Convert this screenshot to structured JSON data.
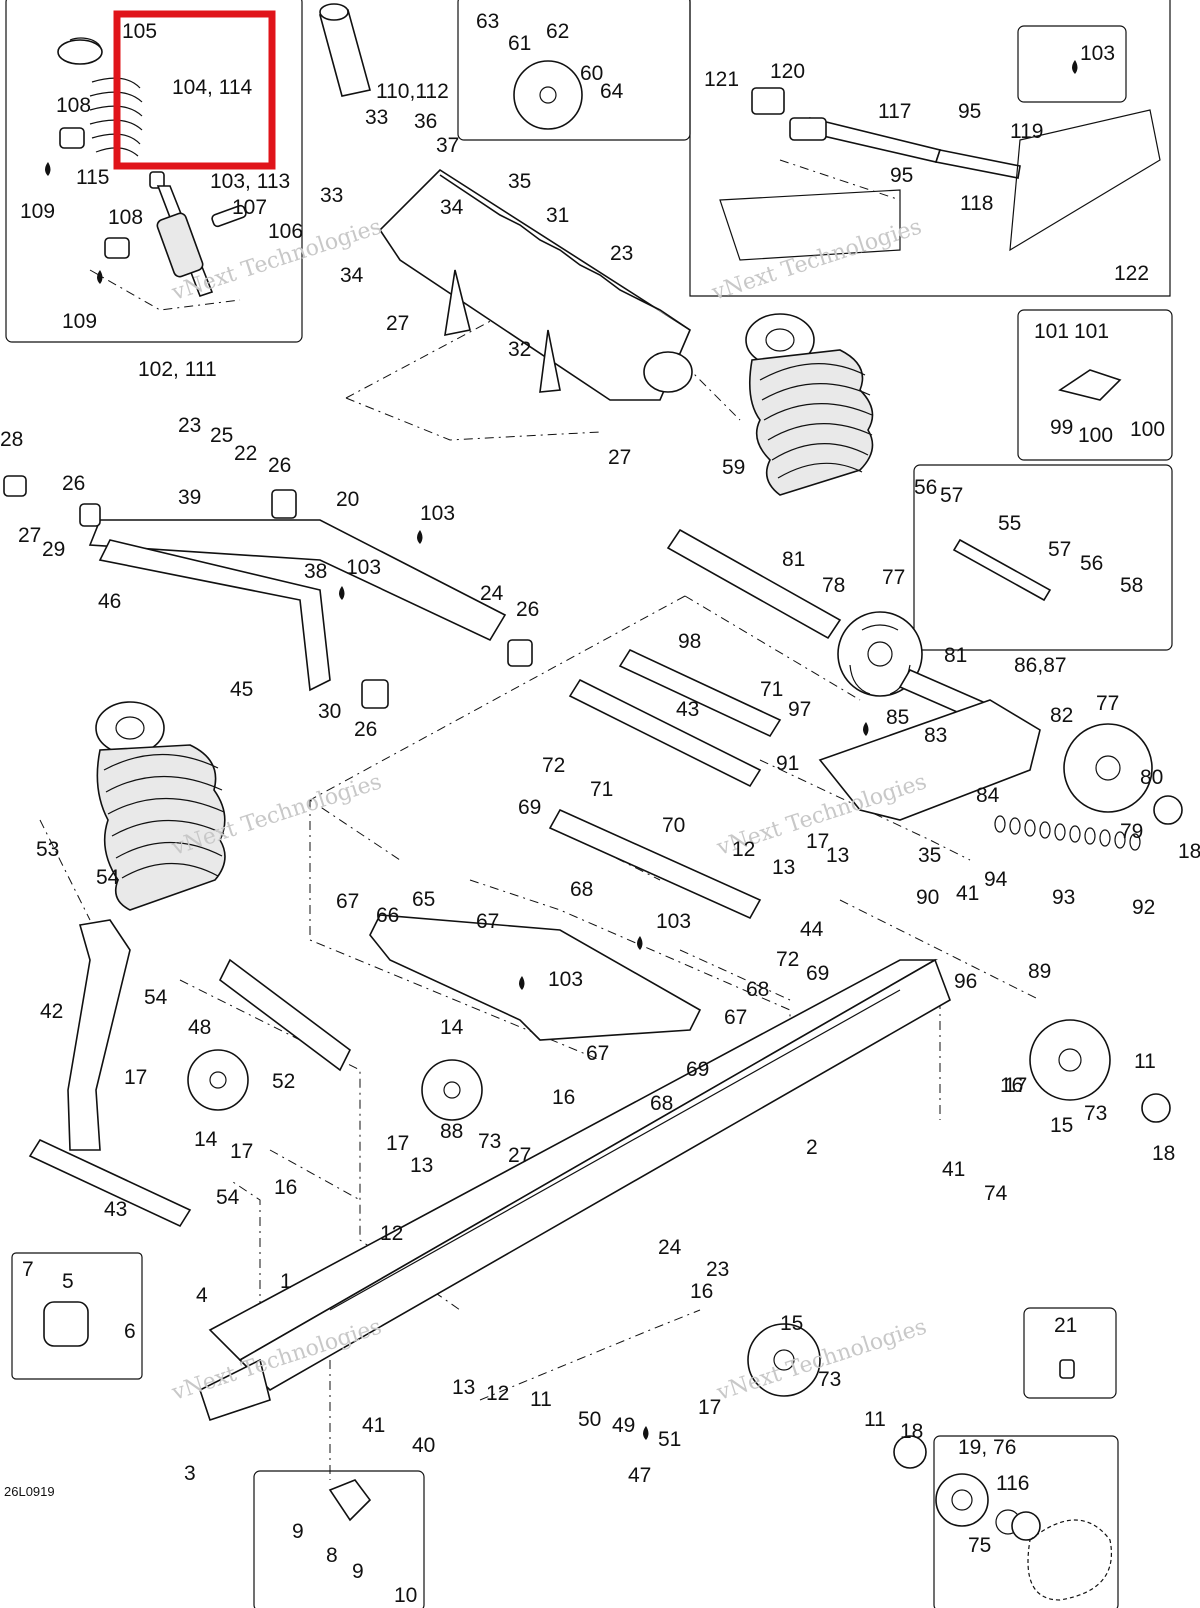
{
  "diagram_code": "26L0919",
  "watermark": "vNext Technologies",
  "highlight_color": "#e0141a",
  "callouts": [
    {
      "id": "c105",
      "text": "105"
    },
    {
      "id": "c104",
      "text": "104, 114"
    },
    {
      "id": "c108a",
      "text": "108"
    },
    {
      "id": "c115",
      "text": "115"
    },
    {
      "id": "c109a",
      "text": "109"
    },
    {
      "id": "c103a",
      "text": "103, 113"
    },
    {
      "id": "c107",
      "text": "107"
    },
    {
      "id": "c106",
      "text": "106"
    },
    {
      "id": "c108b",
      "text": "108"
    },
    {
      "id": "c109b",
      "text": "109"
    },
    {
      "id": "c102",
      "text": "102, 111"
    },
    {
      "id": "c110",
      "text": "110,112"
    },
    {
      "id": "c33a",
      "text": "33"
    },
    {
      "id": "c36",
      "text": "36"
    },
    {
      "id": "c37",
      "text": "37"
    },
    {
      "id": "c63",
      "text": "63"
    },
    {
      "id": "c61",
      "text": "61"
    },
    {
      "id": "c62",
      "text": "62"
    },
    {
      "id": "c60",
      "text": "60"
    },
    {
      "id": "c64",
      "text": "64"
    },
    {
      "id": "c35a",
      "text": "35"
    },
    {
      "id": "c33b",
      "text": "33"
    },
    {
      "id": "c34a",
      "text": "34"
    },
    {
      "id": "c34b",
      "text": "34"
    },
    {
      "id": "c31",
      "text": "31"
    },
    {
      "id": "c23a",
      "text": "23"
    },
    {
      "id": "c27a",
      "text": "27"
    },
    {
      "id": "c32",
      "text": "32"
    },
    {
      "id": "c27b",
      "text": "27"
    },
    {
      "id": "c121",
      "text": "121"
    },
    {
      "id": "c120",
      "text": "120"
    },
    {
      "id": "c117",
      "text": "117"
    },
    {
      "id": "c95a",
      "text": "95"
    },
    {
      "id": "c103b",
      "text": "103"
    },
    {
      "id": "c119",
      "text": "119"
    },
    {
      "id": "c95b",
      "text": "95"
    },
    {
      "id": "c118",
      "text": "118"
    },
    {
      "id": "c122",
      "text": "122"
    },
    {
      "id": "c101a",
      "text": "101"
    },
    {
      "id": "c101b",
      "text": "101"
    },
    {
      "id": "c99",
      "text": "99"
    },
    {
      "id": "c100a",
      "text": "100"
    },
    {
      "id": "c100b",
      "text": "100"
    },
    {
      "id": "c59",
      "text": "59"
    },
    {
      "id": "c28",
      "text": "28"
    },
    {
      "id": "c23b",
      "text": "23"
    },
    {
      "id": "c25",
      "text": "25"
    },
    {
      "id": "c22",
      "text": "22"
    },
    {
      "id": "c26a",
      "text": "26"
    },
    {
      "id": "c26b",
      "text": "26"
    },
    {
      "id": "c39",
      "text": "39"
    },
    {
      "id": "c20",
      "text": "20"
    },
    {
      "id": "c103c",
      "text": "103"
    },
    {
      "id": "c27c",
      "text": "27"
    },
    {
      "id": "c29",
      "text": "29"
    },
    {
      "id": "c38",
      "text": "38"
    },
    {
      "id": "c103d",
      "text": "103"
    },
    {
      "id": "c46",
      "text": "46"
    },
    {
      "id": "c24a",
      "text": "24"
    },
    {
      "id": "c26c",
      "text": "26"
    },
    {
      "id": "c45",
      "text": "45"
    },
    {
      "id": "c30",
      "text": "30"
    },
    {
      "id": "c26d",
      "text": "26"
    },
    {
      "id": "c56a",
      "text": "56"
    },
    {
      "id": "c57a",
      "text": "57"
    },
    {
      "id": "c55",
      "text": "55"
    },
    {
      "id": "c57b",
      "text": "57"
    },
    {
      "id": "c56b",
      "text": "56"
    },
    {
      "id": "c58",
      "text": "58"
    },
    {
      "id": "c81a",
      "text": "81"
    },
    {
      "id": "c78",
      "text": "78"
    },
    {
      "id": "c77a",
      "text": "77"
    },
    {
      "id": "c98",
      "text": "98"
    },
    {
      "id": "c81b",
      "text": "81"
    },
    {
      "id": "c86",
      "text": "86,87"
    },
    {
      "id": "c77b",
      "text": "77"
    },
    {
      "id": "c71a",
      "text": "71"
    },
    {
      "id": "c43a",
      "text": "43"
    },
    {
      "id": "c97",
      "text": "97"
    },
    {
      "id": "c85",
      "text": "85"
    },
    {
      "id": "c83",
      "text": "83"
    },
    {
      "id": "c82",
      "text": "82"
    },
    {
      "id": "c91",
      "text": "91"
    },
    {
      "id": "c84",
      "text": "84"
    },
    {
      "id": "c80",
      "text": "80"
    },
    {
      "id": "c79",
      "text": "79"
    },
    {
      "id": "c18a",
      "text": "18"
    },
    {
      "id": "c72a",
      "text": "72"
    },
    {
      "id": "c71b",
      "text": "71"
    },
    {
      "id": "c69a",
      "text": "69"
    },
    {
      "id": "c70",
      "text": "70"
    },
    {
      "id": "c12a",
      "text": "12"
    },
    {
      "id": "c13a",
      "text": "13"
    },
    {
      "id": "c17a",
      "text": "17"
    },
    {
      "id": "c13b",
      "text": "13"
    },
    {
      "id": "c35b",
      "text": "35"
    },
    {
      "id": "c94",
      "text": "94"
    },
    {
      "id": "c93",
      "text": "93"
    },
    {
      "id": "c92",
      "text": "92"
    },
    {
      "id": "c68a",
      "text": "68"
    },
    {
      "id": "c53",
      "text": "53"
    },
    {
      "id": "c54a",
      "text": "54"
    },
    {
      "id": "c67a",
      "text": "67"
    },
    {
      "id": "c66",
      "text": "66"
    },
    {
      "id": "c65",
      "text": "65"
    },
    {
      "id": "c67b",
      "text": "67"
    },
    {
      "id": "c103e",
      "text": "103"
    },
    {
      "id": "c44",
      "text": "44"
    },
    {
      "id": "c72b",
      "text": "72"
    },
    {
      "id": "c69b",
      "text": "69"
    },
    {
      "id": "c68b",
      "text": "68"
    },
    {
      "id": "c90",
      "text": "90"
    },
    {
      "id": "c41a",
      "text": "41"
    },
    {
      "id": "c96",
      "text": "96"
    },
    {
      "id": "c89",
      "text": "89"
    },
    {
      "id": "c103f",
      "text": "103"
    },
    {
      "id": "c42",
      "text": "42"
    },
    {
      "id": "c54b",
      "text": "54"
    },
    {
      "id": "c48",
      "text": "48"
    },
    {
      "id": "c14a",
      "text": "14"
    },
    {
      "id": "c67c",
      "text": "67"
    },
    {
      "id": "c67d",
      "text": "67"
    },
    {
      "id": "c17b",
      "text": "17"
    },
    {
      "id": "c52",
      "text": "52"
    },
    {
      "id": "c69c",
      "text": "69"
    },
    {
      "id": "c68c",
      "text": "68"
    },
    {
      "id": "c16a",
      "text": "16"
    },
    {
      "id": "c17c",
      "text": "17"
    },
    {
      "id": "c11a",
      "text": "11"
    },
    {
      "id": "c15a",
      "text": "15"
    },
    {
      "id": "c73a",
      "text": "73"
    },
    {
      "id": "c18b",
      "text": "18"
    },
    {
      "id": "c14b",
      "text": "14"
    },
    {
      "id": "c17d",
      "text": "17"
    },
    {
      "id": "c16b",
      "text": "16"
    },
    {
      "id": "c16c",
      "text": "16"
    },
    {
      "id": "c88",
      "text": "88"
    },
    {
      "id": "c73b",
      "text": "73"
    },
    {
      "id": "c27d",
      "text": "27"
    },
    {
      "id": "c17e",
      "text": "17"
    },
    {
      "id": "c13c",
      "text": "13"
    },
    {
      "id": "c12b",
      "text": "12"
    },
    {
      "id": "c2",
      "text": "2"
    },
    {
      "id": "c41b",
      "text": "41"
    },
    {
      "id": "c74",
      "text": "74"
    },
    {
      "id": "c43b",
      "text": "43"
    },
    {
      "id": "c54c",
      "text": "54"
    },
    {
      "id": "c24b",
      "text": "24"
    },
    {
      "id": "c23c",
      "text": "23"
    },
    {
      "id": "c7",
      "text": "7"
    },
    {
      "id": "c5",
      "text": "5"
    },
    {
      "id": "c6",
      "text": "6"
    },
    {
      "id": "c4",
      "text": "4"
    },
    {
      "id": "c1",
      "text": "1"
    },
    {
      "id": "c16d",
      "text": "16"
    },
    {
      "id": "c15b",
      "text": "15"
    },
    {
      "id": "c13d",
      "text": "13"
    },
    {
      "id": "c12c",
      "text": "12"
    },
    {
      "id": "c11b",
      "text": "11"
    },
    {
      "id": "c17f",
      "text": "17"
    },
    {
      "id": "c73c",
      "text": "73"
    },
    {
      "id": "c11c",
      "text": "11"
    },
    {
      "id": "c18c",
      "text": "18"
    },
    {
      "id": "c21",
      "text": "21"
    },
    {
      "id": "c41c",
      "text": "41"
    },
    {
      "id": "c40",
      "text": "40"
    },
    {
      "id": "c50",
      "text": "50"
    },
    {
      "id": "c49",
      "text": "49"
    },
    {
      "id": "c51",
      "text": "51"
    },
    {
      "id": "c47",
      "text": "47"
    },
    {
      "id": "c3",
      "text": "3"
    },
    {
      "id": "c19",
      "text": "19, 76"
    },
    {
      "id": "c116",
      "text": "116"
    },
    {
      "id": "c75",
      "text": "75"
    },
    {
      "id": "c9a",
      "text": "9"
    },
    {
      "id": "c8",
      "text": "8"
    },
    {
      "id": "c9b",
      "text": "9"
    },
    {
      "id": "c10",
      "text": "10"
    }
  ]
}
